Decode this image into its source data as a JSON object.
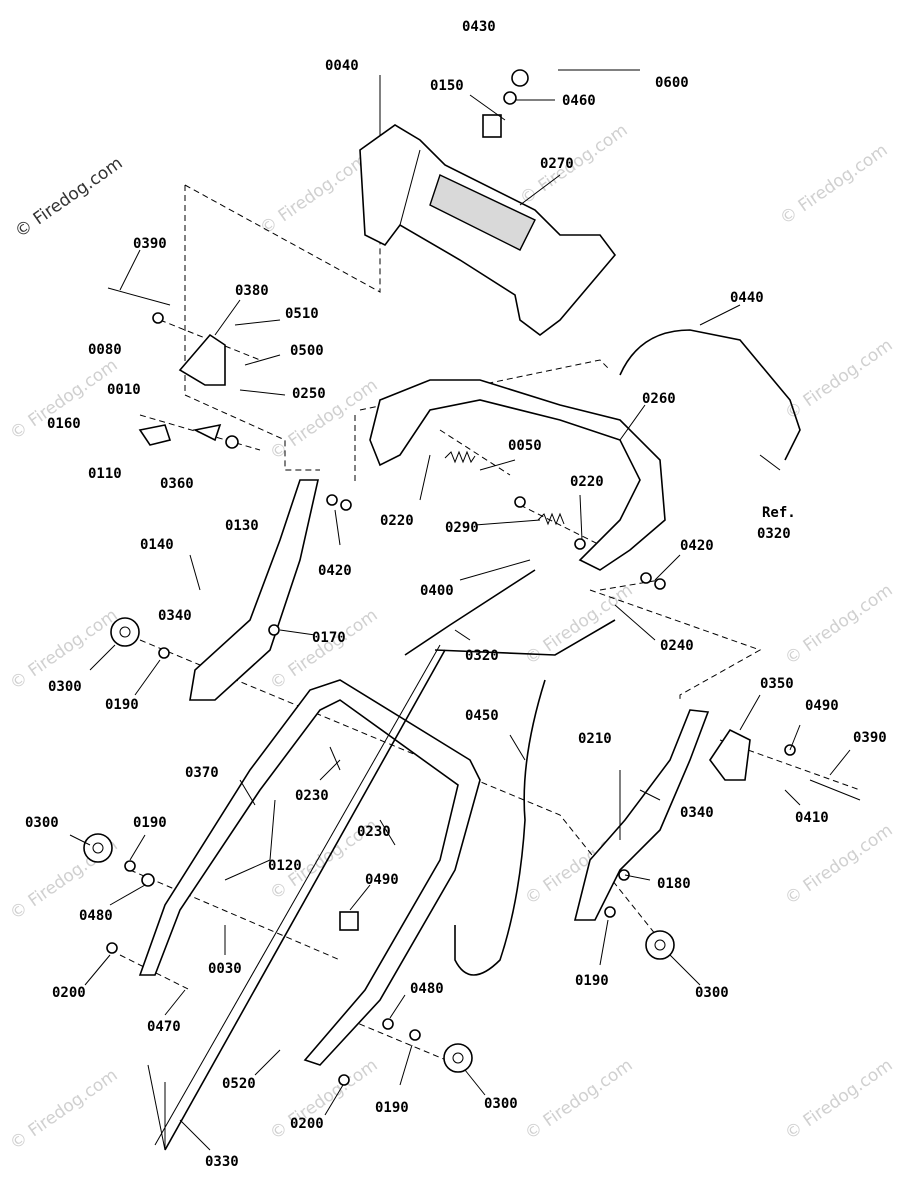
{
  "copyright": "© Firedog.com",
  "watermark": "© Firedog.com",
  "callouts": [
    {
      "id": "c0040",
      "text": "0040"
    },
    {
      "id": "c0430",
      "text": "0430"
    },
    {
      "id": "c0150",
      "text": "0150"
    },
    {
      "id": "c0460",
      "text": "0460"
    },
    {
      "id": "c0600",
      "text": "0600"
    },
    {
      "id": "c0270",
      "text": "0270"
    },
    {
      "id": "c0390a",
      "text": "0390"
    },
    {
      "id": "c0380",
      "text": "0380"
    },
    {
      "id": "c0510",
      "text": "0510"
    },
    {
      "id": "c0080",
      "text": "0080"
    },
    {
      "id": "c0500",
      "text": "0500"
    },
    {
      "id": "c0250",
      "text": "0250"
    },
    {
      "id": "c0010",
      "text": "0010"
    },
    {
      "id": "c0160",
      "text": "0160"
    },
    {
      "id": "c0110",
      "text": "0110"
    },
    {
      "id": "c0360",
      "text": "0360"
    },
    {
      "id": "c0130",
      "text": "0130"
    },
    {
      "id": "c0440",
      "text": "0440"
    },
    {
      "id": "c0260",
      "text": "0260"
    },
    {
      "id": "c0050",
      "text": "0050"
    },
    {
      "id": "c0220a",
      "text": "0220"
    },
    {
      "id": "c0220b",
      "text": "0220"
    },
    {
      "id": "c0290",
      "text": "0290"
    },
    {
      "id": "cref",
      "text": "Ref."
    },
    {
      "id": "c0320a",
      "text": "0320"
    },
    {
      "id": "c0420a",
      "text": "0420"
    },
    {
      "id": "c0420b",
      "text": "0420"
    },
    {
      "id": "c0140",
      "text": "0140"
    },
    {
      "id": "c0400",
      "text": "0400"
    },
    {
      "id": "c0240",
      "text": "0240"
    },
    {
      "id": "c0340a",
      "text": "0340"
    },
    {
      "id": "c0170",
      "text": "0170"
    },
    {
      "id": "c0320b",
      "text": "0320"
    },
    {
      "id": "c0300a",
      "text": "0300"
    },
    {
      "id": "c0190a",
      "text": "0190"
    },
    {
      "id": "c0350",
      "text": "0350"
    },
    {
      "id": "c0490a",
      "text": "0490"
    },
    {
      "id": "c0450",
      "text": "0450"
    },
    {
      "id": "c0390b",
      "text": "0390"
    },
    {
      "id": "c0210",
      "text": "0210"
    },
    {
      "id": "c0370",
      "text": "0370"
    },
    {
      "id": "c0230a",
      "text": "0230"
    },
    {
      "id": "c0340b",
      "text": "0340"
    },
    {
      "id": "c0410",
      "text": "0410"
    },
    {
      "id": "c0300b",
      "text": "0300"
    },
    {
      "id": "c0190b",
      "text": "0190"
    },
    {
      "id": "c0230b",
      "text": "0230"
    },
    {
      "id": "c0120",
      "text": "0120"
    },
    {
      "id": "c0180",
      "text": "0180"
    },
    {
      "id": "c0480a",
      "text": "0480"
    },
    {
      "id": "c0490b",
      "text": "0490"
    },
    {
      "id": "c0030",
      "text": "0030"
    },
    {
      "id": "c0190c",
      "text": "0190"
    },
    {
      "id": "c0300c",
      "text": "0300"
    },
    {
      "id": "c0200a",
      "text": "0200"
    },
    {
      "id": "c0470",
      "text": "0470"
    },
    {
      "id": "c0480b",
      "text": "0480"
    },
    {
      "id": "c0520",
      "text": "0520"
    },
    {
      "id": "c0190d",
      "text": "0190"
    },
    {
      "id": "c0300d",
      "text": "0300"
    },
    {
      "id": "c0200b",
      "text": "0200"
    },
    {
      "id": "c0330",
      "text": "0330"
    }
  ]
}
